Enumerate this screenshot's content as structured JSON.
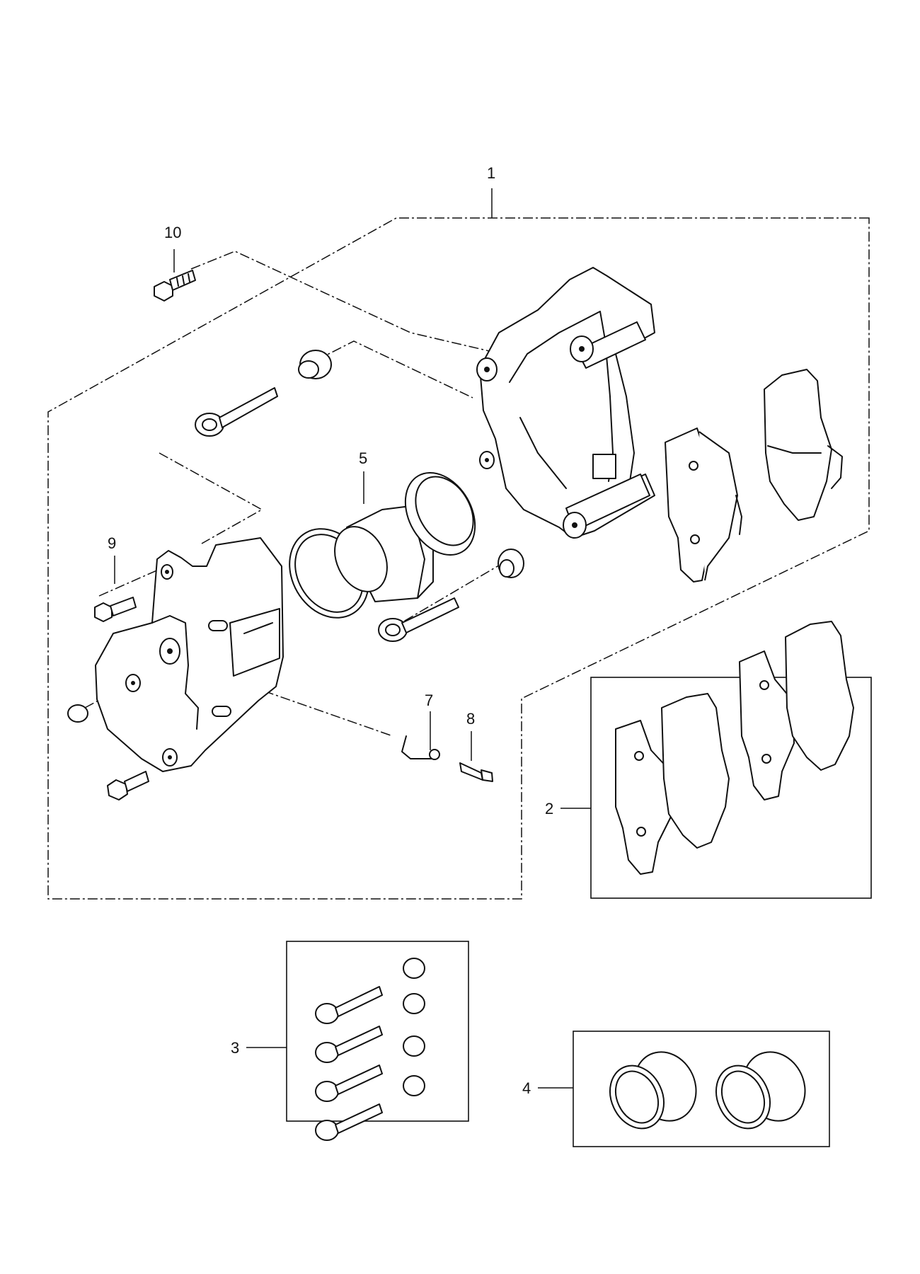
{
  "callouts": {
    "c1": "1",
    "c2": "2",
    "c3": "3",
    "c4": "4",
    "c5": "5",
    "c7": "7",
    "c8": "8",
    "c9": "9",
    "c10": "10"
  }
}
